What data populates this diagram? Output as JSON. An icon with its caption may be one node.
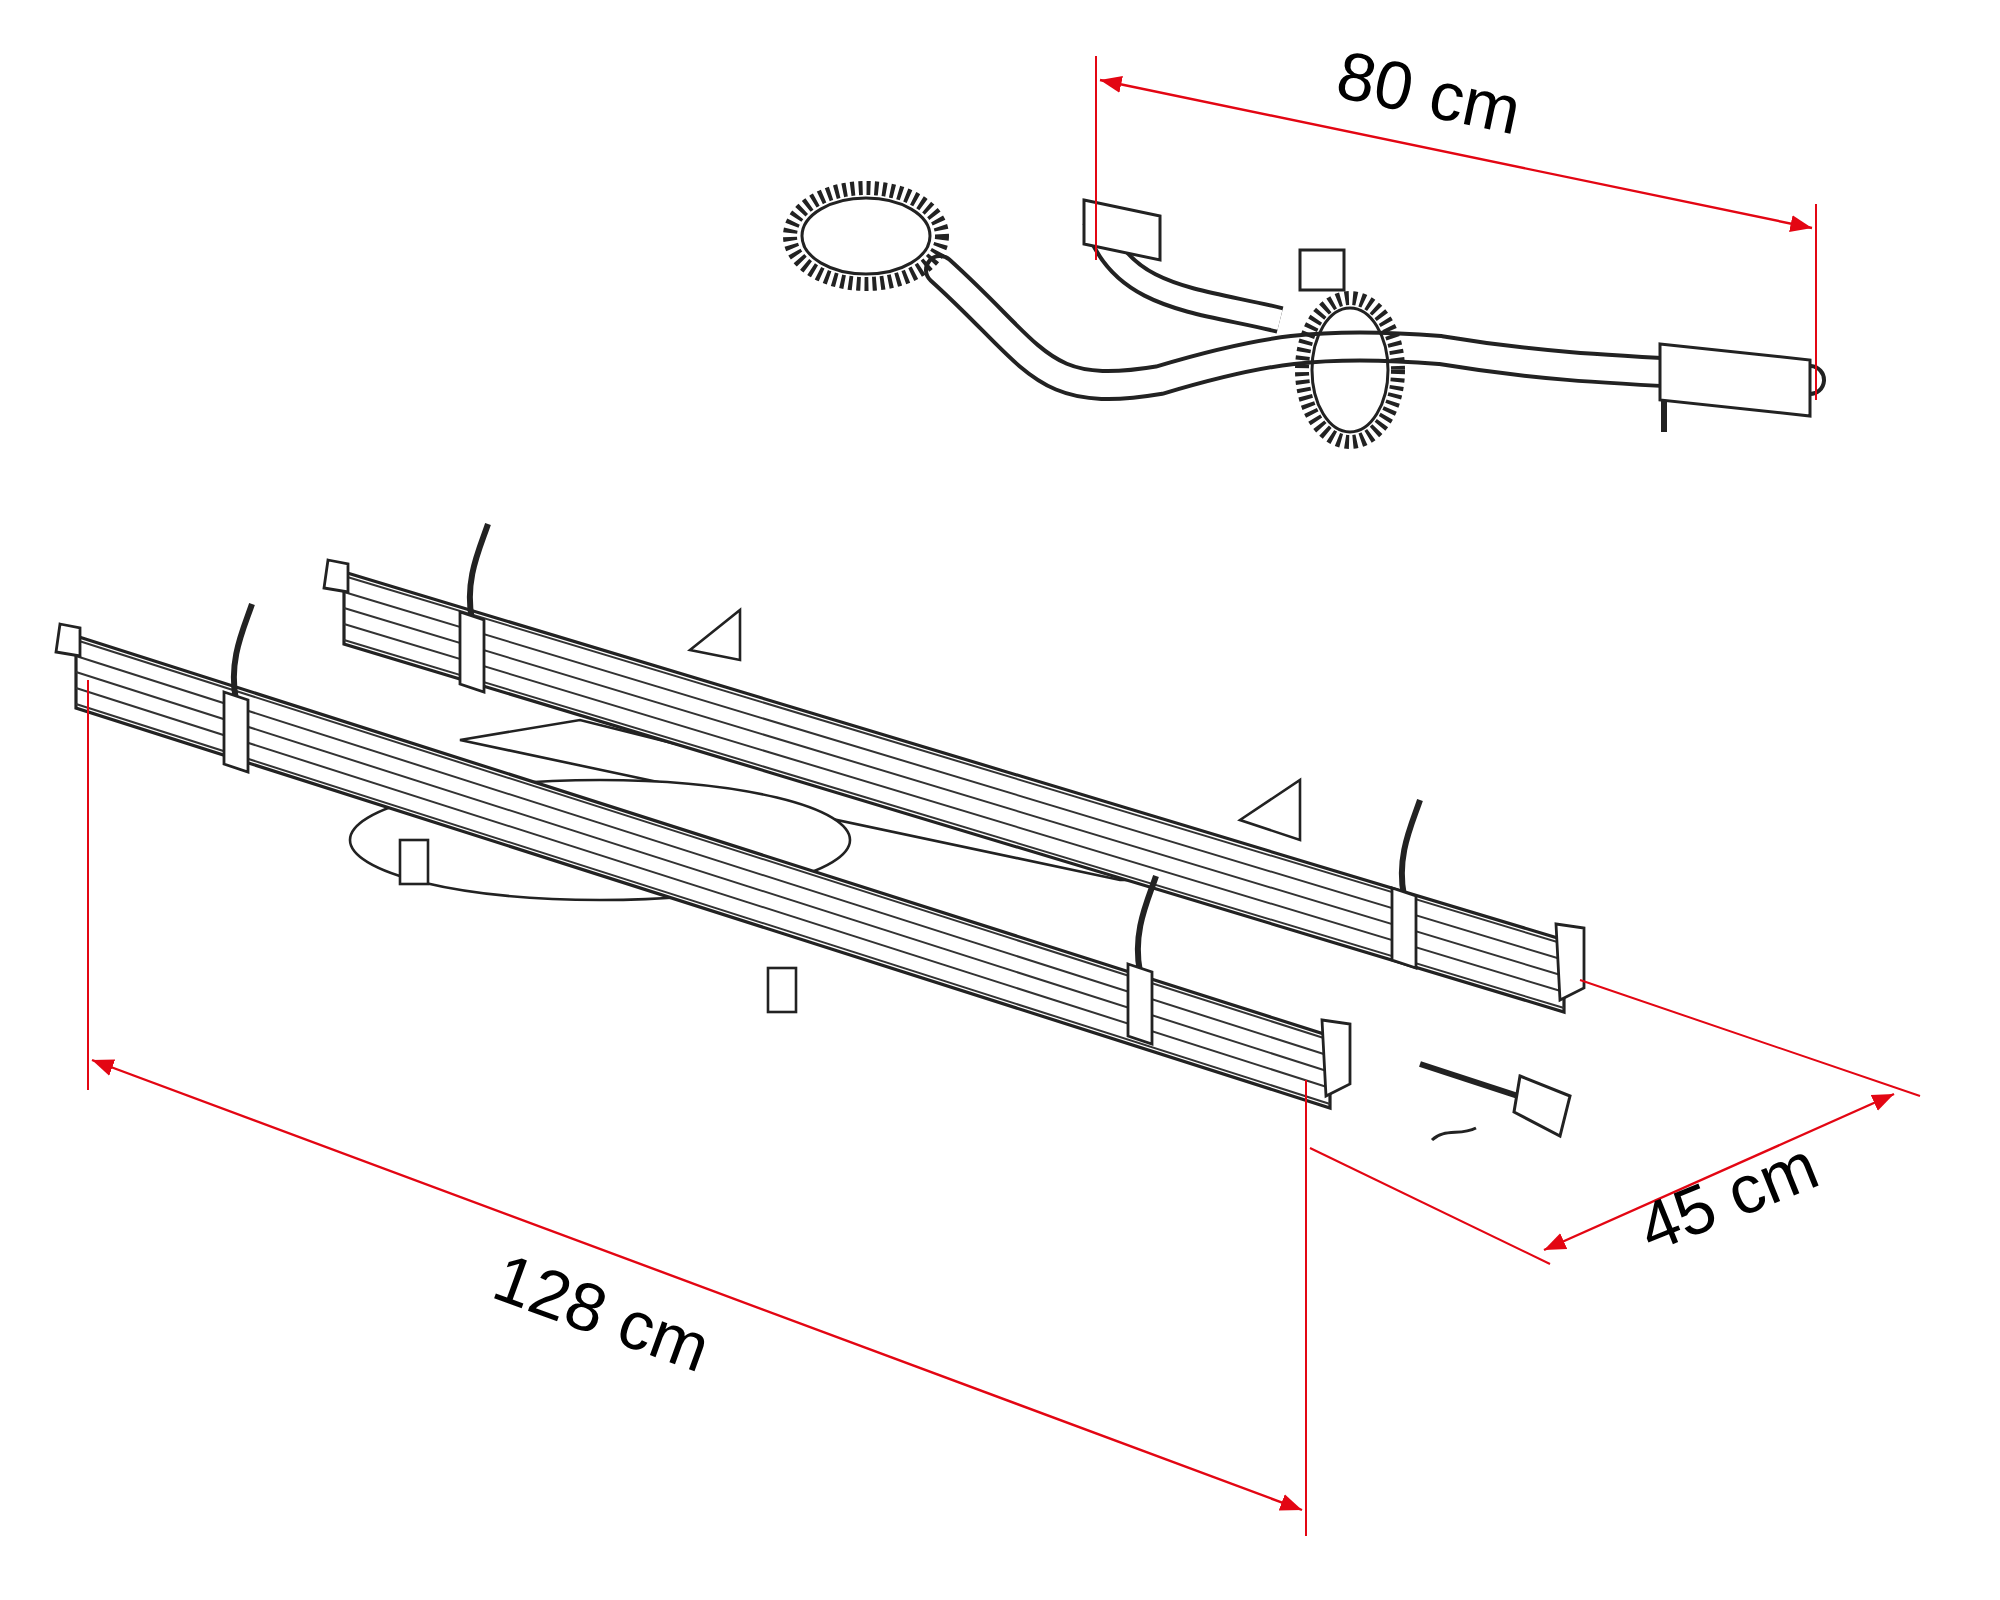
{
  "diagram": {
    "labels": [
      "80 cm",
      "45 cm",
      "128 cm"
    ]
  }
}
